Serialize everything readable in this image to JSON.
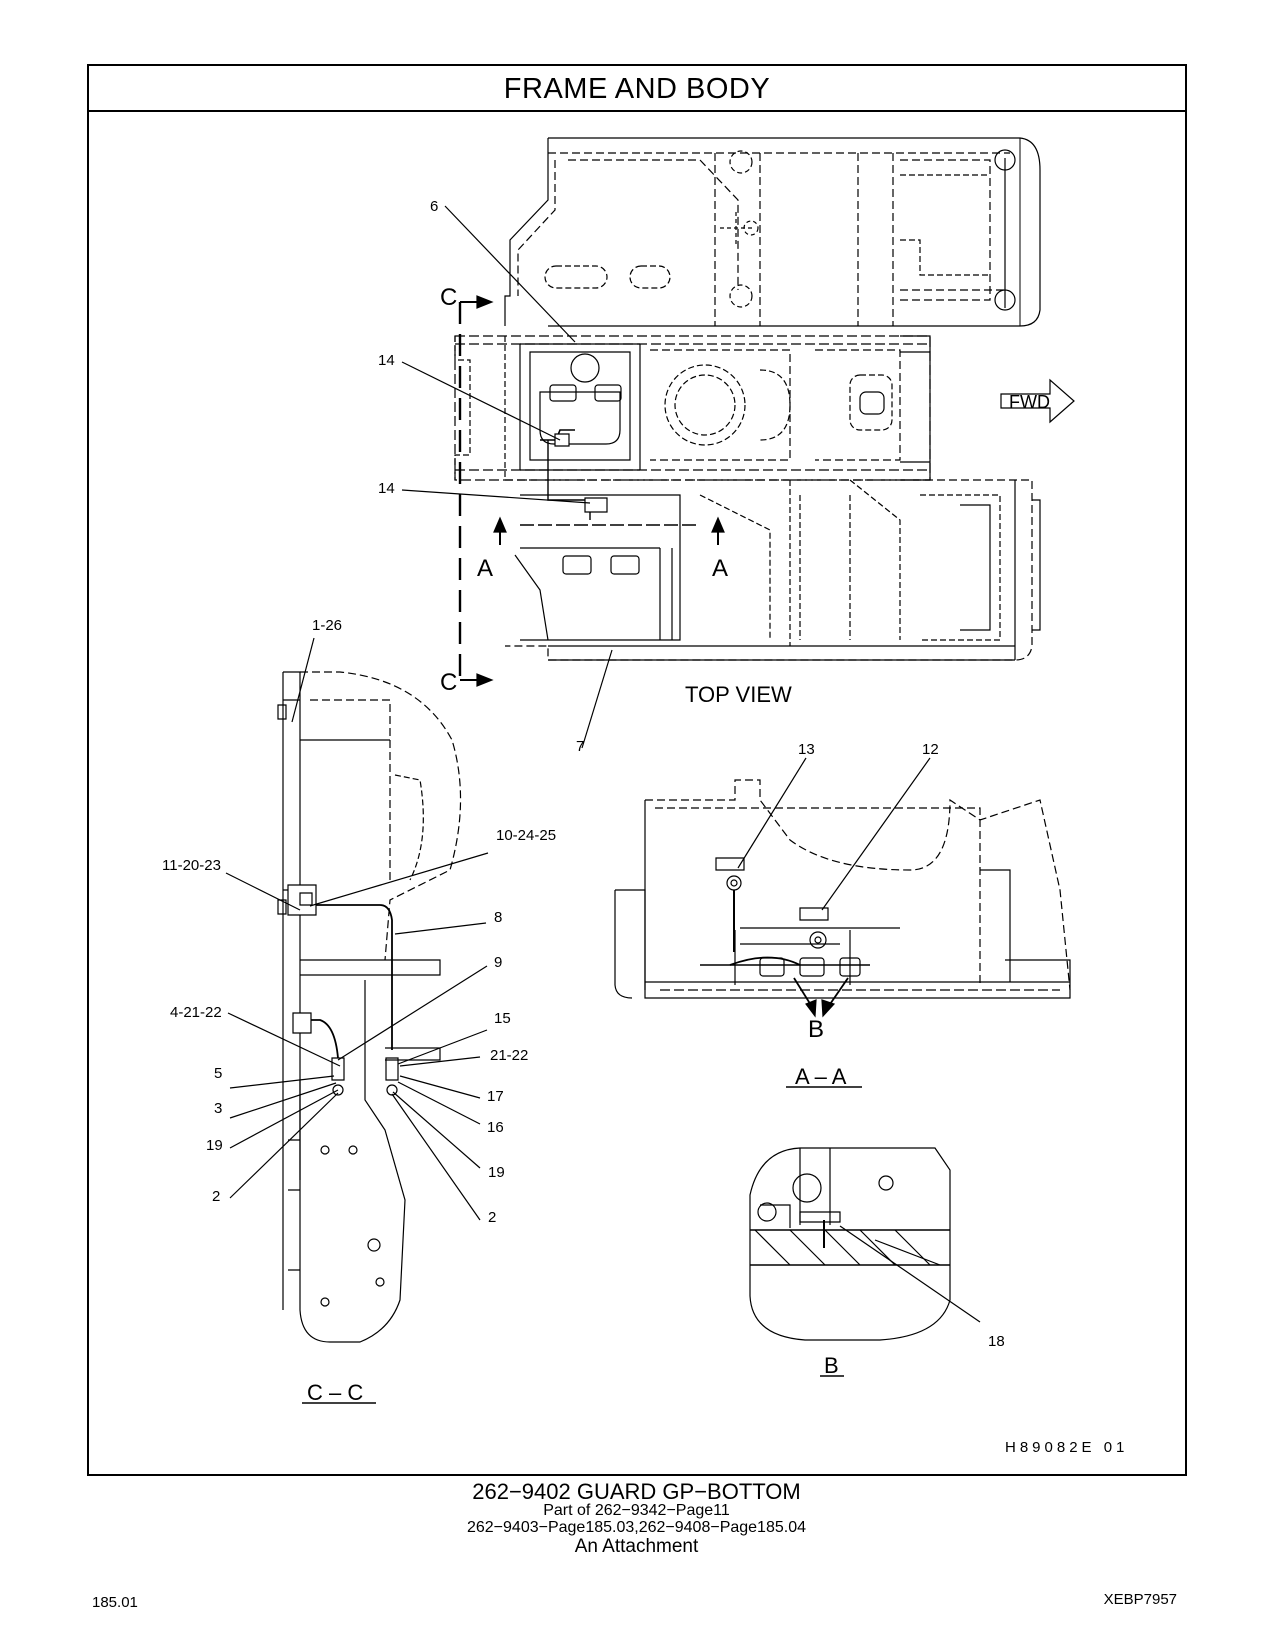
{
  "header": {
    "title": "FRAME   AND   BODY"
  },
  "views": {
    "top": {
      "label": "TOP  VIEW",
      "section_a": "A",
      "section_c": "C",
      "forward": "FWD"
    },
    "section_aa": {
      "label": "A – A",
      "detail_ref": "B"
    },
    "detail_b": {
      "label": "B"
    },
    "section_cc": {
      "label": "C – C"
    }
  },
  "callouts": {
    "top_view": [
      "6",
      "14",
      "14",
      "7"
    ],
    "section_aa": [
      "13",
      "12"
    ],
    "detail_b": [
      "18"
    ],
    "section_cc": [
      "1-26",
      "10-24-25",
      "11-20-23",
      "8",
      "9",
      "4-21-22",
      "15",
      "21-22",
      "5",
      "17",
      "3",
      "16",
      "19",
      "19",
      "2",
      "2"
    ]
  },
  "drawing_code": "H89082E  01",
  "footer": {
    "title": "262−9402   GUARD  GP−BOTTOM",
    "part_of": "Part of 262−9342−Page11",
    "related": "262−9403−Page185.03,262−9408−Page185.04",
    "note": "An Attachment"
  },
  "page_number": "185.01",
  "doc_code": "XEBP7957"
}
